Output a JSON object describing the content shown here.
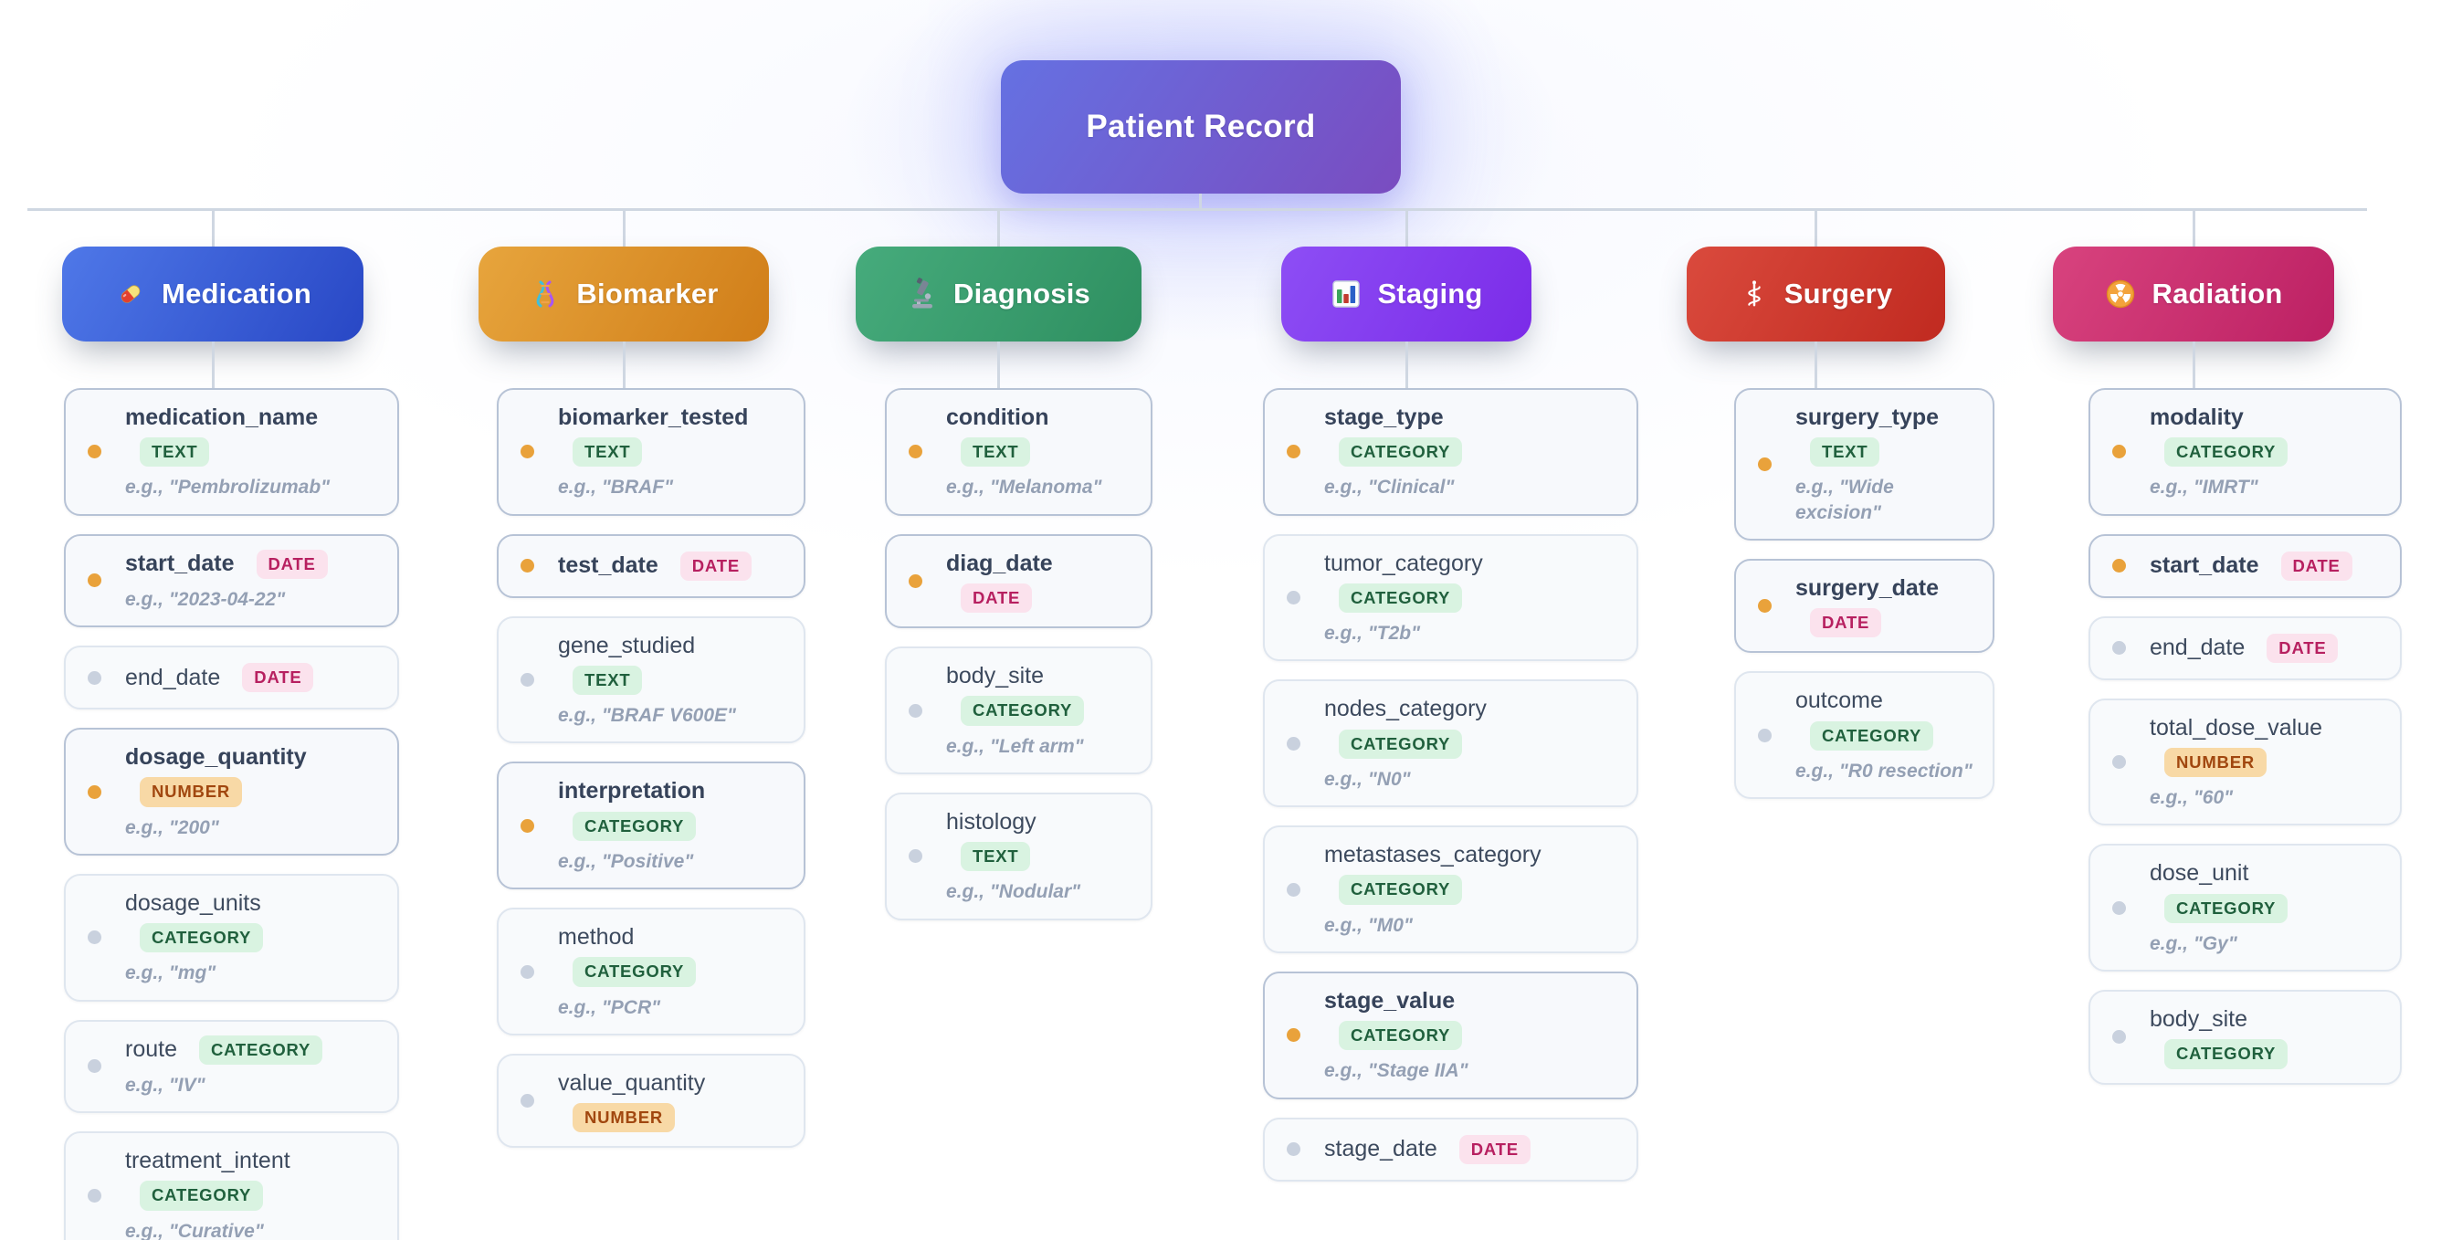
{
  "root_node": {
    "label": "Patient Record",
    "gradient": [
      "#6571e2",
      "#7a4cc0"
    ]
  },
  "palette": {
    "badge_colors": {
      "TEXT": {
        "bg": "#d9f3e1",
        "text": "#20603d"
      },
      "CATEGORY": {
        "bg": "#d9f3e1",
        "text": "#20603d"
      },
      "DATE": {
        "bg": "#fbe2ed",
        "text": "#b72060"
      },
      "NUMBER": {
        "bg": "#f8d9a6",
        "text": "#a1470f"
      }
    },
    "required_dot": "#e9a23b",
    "optional_dot": "#c9d1de",
    "connector": "#cfd7e2"
  },
  "columns": [
    {
      "label": "Medication",
      "icon": "pill-icon",
      "gradient": [
        "#4f78e8",
        "#2847c5"
      ],
      "fields": [
        {
          "name": "medication_name",
          "type": "TEXT",
          "required": true,
          "stacked": true,
          "example": "e.g., \"Pembrolizumab\""
        },
        {
          "name": "start_date",
          "type": "DATE",
          "required": true,
          "stacked": false,
          "example": "e.g., \"2023-04-22\""
        },
        {
          "name": "end_date",
          "type": "DATE",
          "required": false,
          "stacked": false,
          "example": ""
        },
        {
          "name": "dosage_quantity",
          "type": "NUMBER",
          "required": true,
          "stacked": true,
          "example": "e.g., \"200\""
        },
        {
          "name": "dosage_units",
          "type": "CATEGORY",
          "required": false,
          "stacked": true,
          "example": "e.g., \"mg\""
        },
        {
          "name": "route",
          "type": "CATEGORY",
          "required": false,
          "stacked": false,
          "example": "e.g., \"IV\""
        },
        {
          "name": "treatment_intent",
          "type": "CATEGORY",
          "required": false,
          "stacked": true,
          "example": "e.g., \"Curative\""
        }
      ]
    },
    {
      "label": "Biomarker",
      "icon": "dna-icon",
      "gradient": [
        "#e7a53d",
        "#d07d18"
      ],
      "fields": [
        {
          "name": "biomarker_tested",
          "type": "TEXT",
          "required": true,
          "stacked": true,
          "example": "e.g., \"BRAF\""
        },
        {
          "name": "test_date",
          "type": "DATE",
          "required": true,
          "stacked": false,
          "example": ""
        },
        {
          "name": "gene_studied",
          "type": "TEXT",
          "required": false,
          "stacked": true,
          "example": "e.g., \"BRAF V600E\""
        },
        {
          "name": "interpretation",
          "type": "CATEGORY",
          "required": true,
          "stacked": true,
          "example": "e.g., \"Positive\""
        },
        {
          "name": "method",
          "type": "CATEGORY",
          "required": false,
          "stacked": true,
          "example": "e.g., \"PCR\""
        },
        {
          "name": "value_quantity",
          "type": "NUMBER",
          "required": false,
          "stacked": true,
          "example": ""
        }
      ]
    },
    {
      "label": "Diagnosis",
      "icon": "microscope-icon",
      "gradient": [
        "#46ab7c",
        "#2e8f60"
      ],
      "fields": [
        {
          "name": "condition",
          "type": "TEXT",
          "required": true,
          "stacked": true,
          "example": "e.g., \"Melanoma\""
        },
        {
          "name": "diag_date",
          "type": "DATE",
          "required": true,
          "stacked": true,
          "example": ""
        },
        {
          "name": "body_site",
          "type": "CATEGORY",
          "required": false,
          "stacked": true,
          "example": "e.g., \"Left arm\""
        },
        {
          "name": "histology",
          "type": "TEXT",
          "required": false,
          "stacked": true,
          "example": "e.g., \"Nodular\""
        }
      ]
    },
    {
      "label": "Staging",
      "icon": "bar-chart-icon",
      "gradient": [
        "#8d4ef5",
        "#7b2be8"
      ],
      "fields": [
        {
          "name": "stage_type",
          "type": "CATEGORY",
          "required": true,
          "stacked": true,
          "example": "e.g., \"Clinical\""
        },
        {
          "name": "tumor_category",
          "type": "CATEGORY",
          "required": false,
          "stacked": true,
          "example": "e.g., \"T2b\""
        },
        {
          "name": "nodes_category",
          "type": "CATEGORY",
          "required": false,
          "stacked": true,
          "example": "e.g., \"N0\""
        },
        {
          "name": "metastases_category",
          "type": "CATEGORY",
          "required": false,
          "stacked": true,
          "example": "e.g., \"M0\""
        },
        {
          "name": "stage_value",
          "type": "CATEGORY",
          "required": true,
          "stacked": true,
          "example": "e.g., \"Stage IIA\""
        },
        {
          "name": "stage_date",
          "type": "DATE",
          "required": false,
          "stacked": false,
          "example": ""
        }
      ]
    },
    {
      "label": "Surgery",
      "icon": "medical-symbol-icon",
      "gradient": [
        "#da4a3d",
        "#c02a20"
      ],
      "fields": [
        {
          "name": "surgery_type",
          "type": "TEXT",
          "required": true,
          "stacked": true,
          "example": "e.g., \"Wide excision\""
        },
        {
          "name": "surgery_date",
          "type": "DATE",
          "required": true,
          "stacked": true,
          "example": ""
        },
        {
          "name": "outcome",
          "type": "CATEGORY",
          "required": false,
          "stacked": true,
          "example": "e.g., \"R0 resection\""
        }
      ]
    },
    {
      "label": "Radiation",
      "icon": "radioactive-icon",
      "gradient": [
        "#d8437e",
        "#bc2063"
      ],
      "fields": [
        {
          "name": "modality",
          "type": "CATEGORY",
          "required": true,
          "stacked": true,
          "example": "e.g., \"IMRT\""
        },
        {
          "name": "start_date",
          "type": "DATE",
          "required": true,
          "stacked": false,
          "example": ""
        },
        {
          "name": "end_date",
          "type": "DATE",
          "required": false,
          "stacked": false,
          "example": ""
        },
        {
          "name": "total_dose_value",
          "type": "NUMBER",
          "required": false,
          "stacked": true,
          "example": "e.g., \"60\""
        },
        {
          "name": "dose_unit",
          "type": "CATEGORY",
          "required": false,
          "stacked": true,
          "example": "e.g., \"Gy\""
        },
        {
          "name": "body_site",
          "type": "CATEGORY",
          "required": false,
          "stacked": true,
          "example": ""
        }
      ]
    }
  ]
}
